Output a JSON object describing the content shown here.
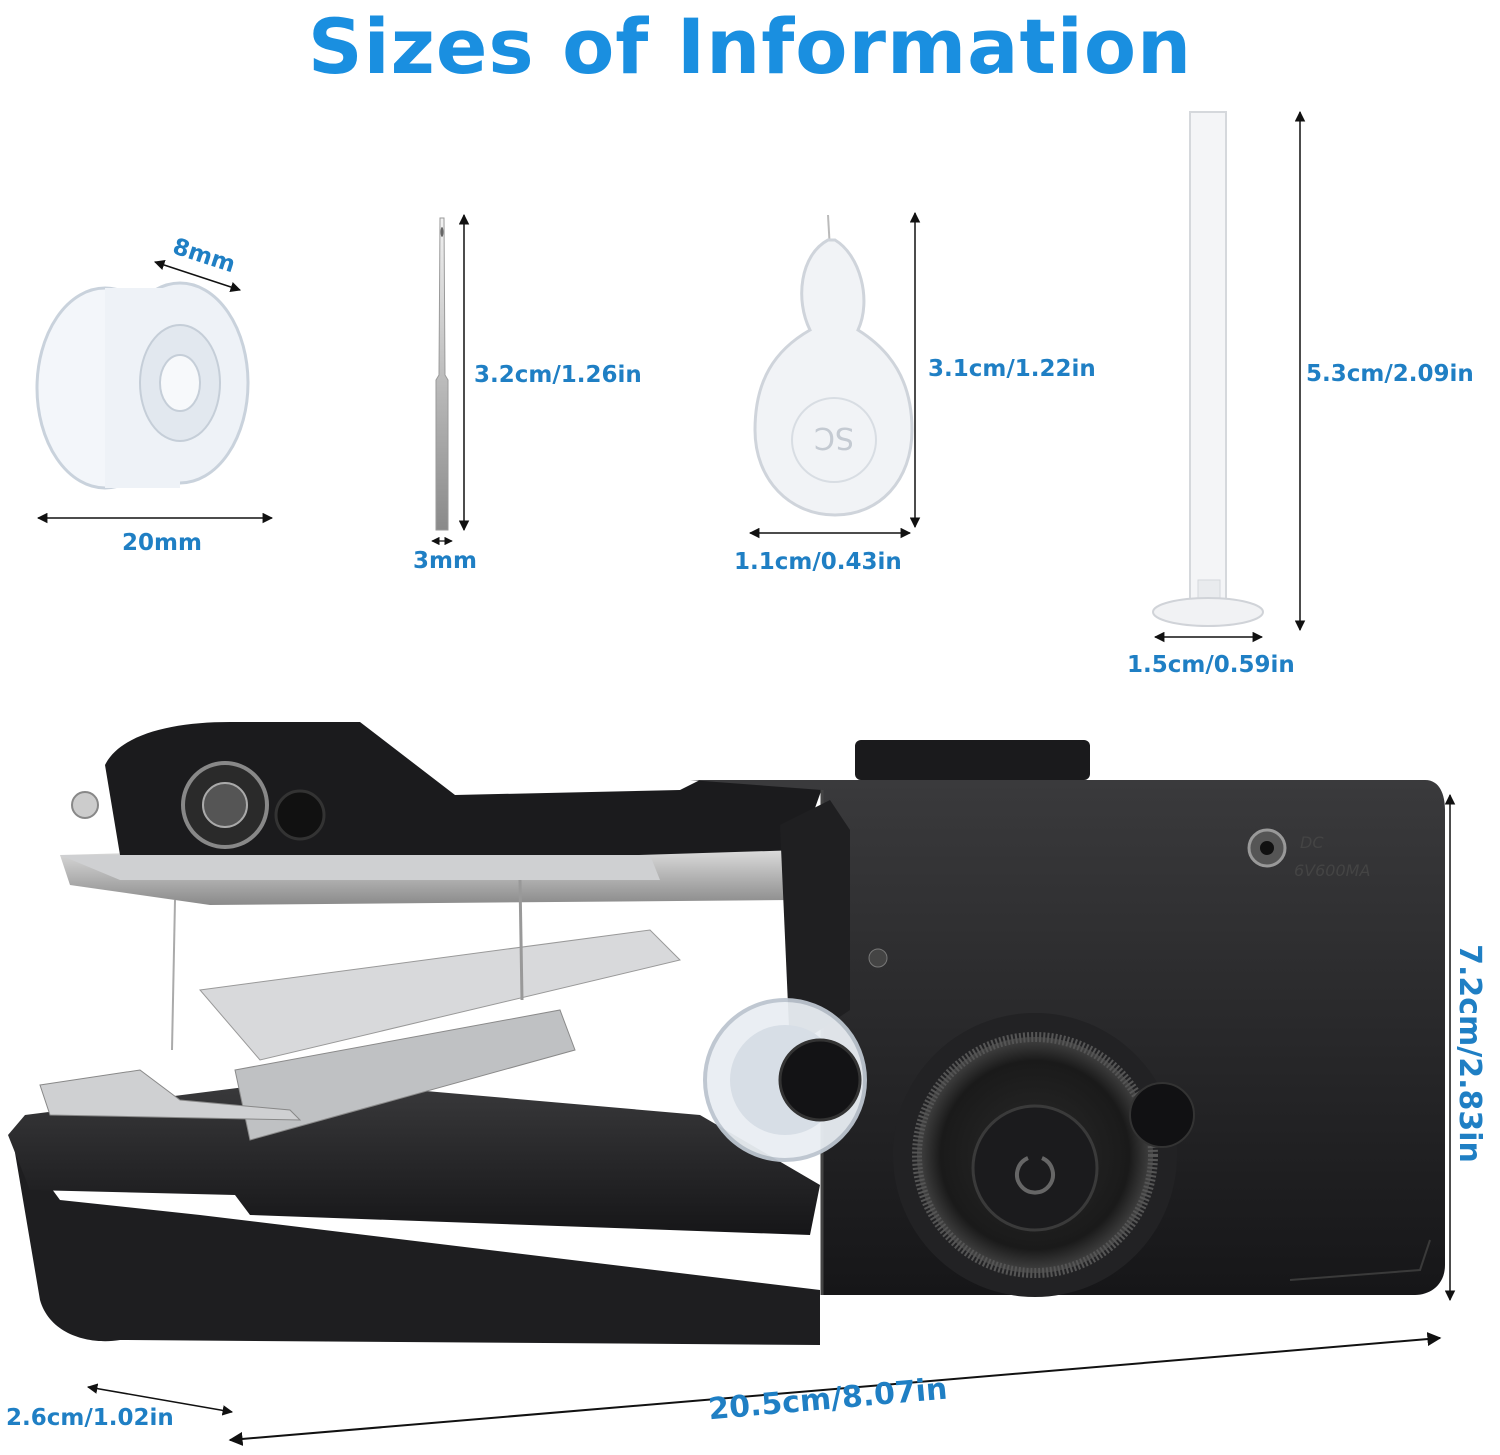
{
  "title": "Sizes of Information",
  "bobbin": {
    "thickness": "8mm",
    "diameter": "20mm"
  },
  "needle": {
    "length": "3.2cm/1.26in",
    "width": "3mm"
  },
  "threader": {
    "length": "3.1cm/1.22in",
    "width": "1.1cm/0.43in",
    "mark": "SC"
  },
  "spool_pin": {
    "length": "5.3cm/2.09in",
    "width": "1.5cm/0.59in"
  },
  "machine": {
    "height": "7.2cm/2.83in",
    "depth": "2.6cm/1.02in",
    "length": "20.5cm/8.07in",
    "dc_label": "DC",
    "power_label": "6V600MA"
  },
  "colors": {
    "label_blue": "#1f7fc4",
    "title_blue": "#1a8fe0",
    "machine_black": "#1c1c1e"
  }
}
